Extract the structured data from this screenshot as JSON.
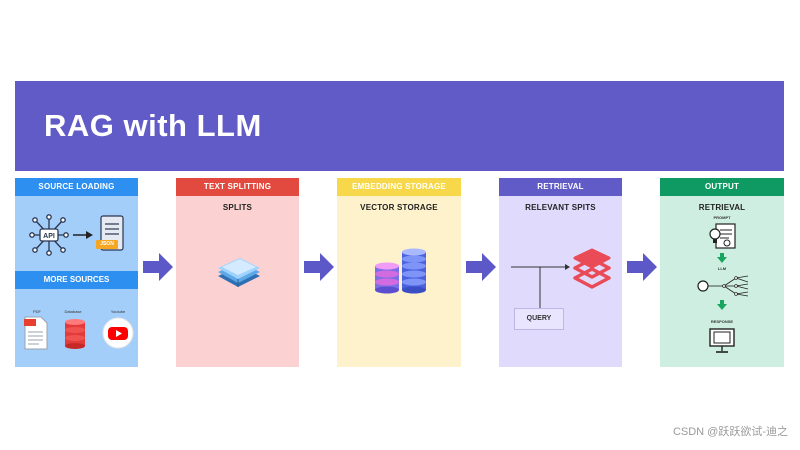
{
  "banner": {
    "title": "RAG with LLM"
  },
  "colors": {
    "banner": "#605bc6",
    "source_loading": "#2d8ff0",
    "text_splitting": "#e34a3f",
    "embedding_storage": "#f7d84a",
    "retrieval": "#605bc6",
    "output": "#0f9a63",
    "arrow": "#5d58c8"
  },
  "columns": {
    "source_loading": {
      "header": "SOURCE LOADING",
      "more_sources_header": "MORE SOURCES",
      "json_tag": "JSON",
      "sources": [
        "PDF",
        "Database",
        "Youtube"
      ],
      "icons": [
        "api-network-icon",
        "json-document-icon",
        "pdf-file-icon",
        "database-icon",
        "youtube-icon"
      ]
    },
    "text_splitting": {
      "header": "TEXT SPLITTING",
      "subtitle": "SPLITS",
      "icons": [
        "stacked-sheets-icon"
      ]
    },
    "embedding_storage": {
      "header": "EMBEDDING STORAGE",
      "subtitle": "VECTOR STORAGE",
      "icons": [
        "coin-stack-icon"
      ]
    },
    "retrieval": {
      "header": "RETRIEVAL",
      "subtitle": "RELEVANT SPITS",
      "query_label": "QUERY",
      "icons": [
        "layers-icon"
      ]
    },
    "output": {
      "header": "OUTPUT",
      "subtitle": "RETRIEVAL",
      "steps": [
        "PROMPT",
        "LLM",
        "RESPONSE"
      ],
      "icons": [
        "prompt-icon",
        "llm-network-icon",
        "monitor-icon"
      ]
    }
  },
  "watermark": "CSDN @跃跃欲试-迪之"
}
